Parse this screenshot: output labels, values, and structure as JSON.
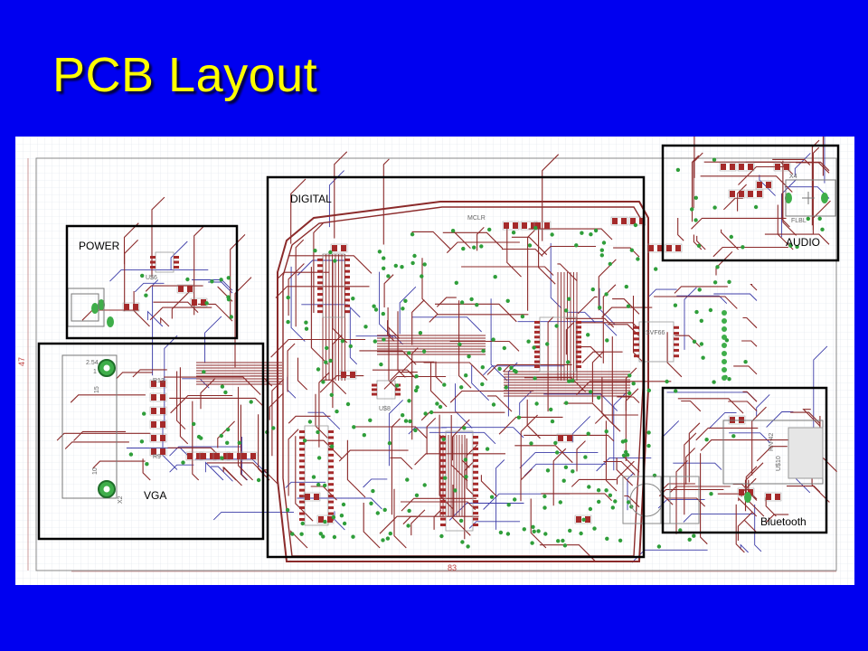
{
  "slide": {
    "title": "PCB Layout",
    "background": "#0000f0",
    "title_color": "#ffff00"
  },
  "board": {
    "sections": [
      {
        "id": "power",
        "label": "POWER"
      },
      {
        "id": "vga",
        "label": "VGA"
      },
      {
        "id": "digital",
        "label": "DIGITAL"
      },
      {
        "id": "audio",
        "label": "AUDIO"
      },
      {
        "id": "bluetooth",
        "label": "Bluetooth"
      }
    ],
    "dimensions": {
      "width": "83",
      "height": "47"
    },
    "component_labels": {
      "mclr": "MCLR",
      "u8": "U$8",
      "u10": "U$10",
      "rn42": "RN-42",
      "x2": "X2",
      "x4": "X4",
      "pin_254": "2.54",
      "pin_1": "1",
      "pin_15": "15",
      "pin_10": "10",
      "u6": "U$6",
      "r13": "R13",
      "r9": "R9",
      "flbl": "FLBL",
      "svf": "SVF66"
    },
    "colors": {
      "top_trace": "#8b2a2a",
      "bottom_trace": "#3c3ca8",
      "via": "#2f9e3a",
      "pad": "#a52a2a",
      "grid": "#d8dde6",
      "section_border": "#000000"
    }
  }
}
